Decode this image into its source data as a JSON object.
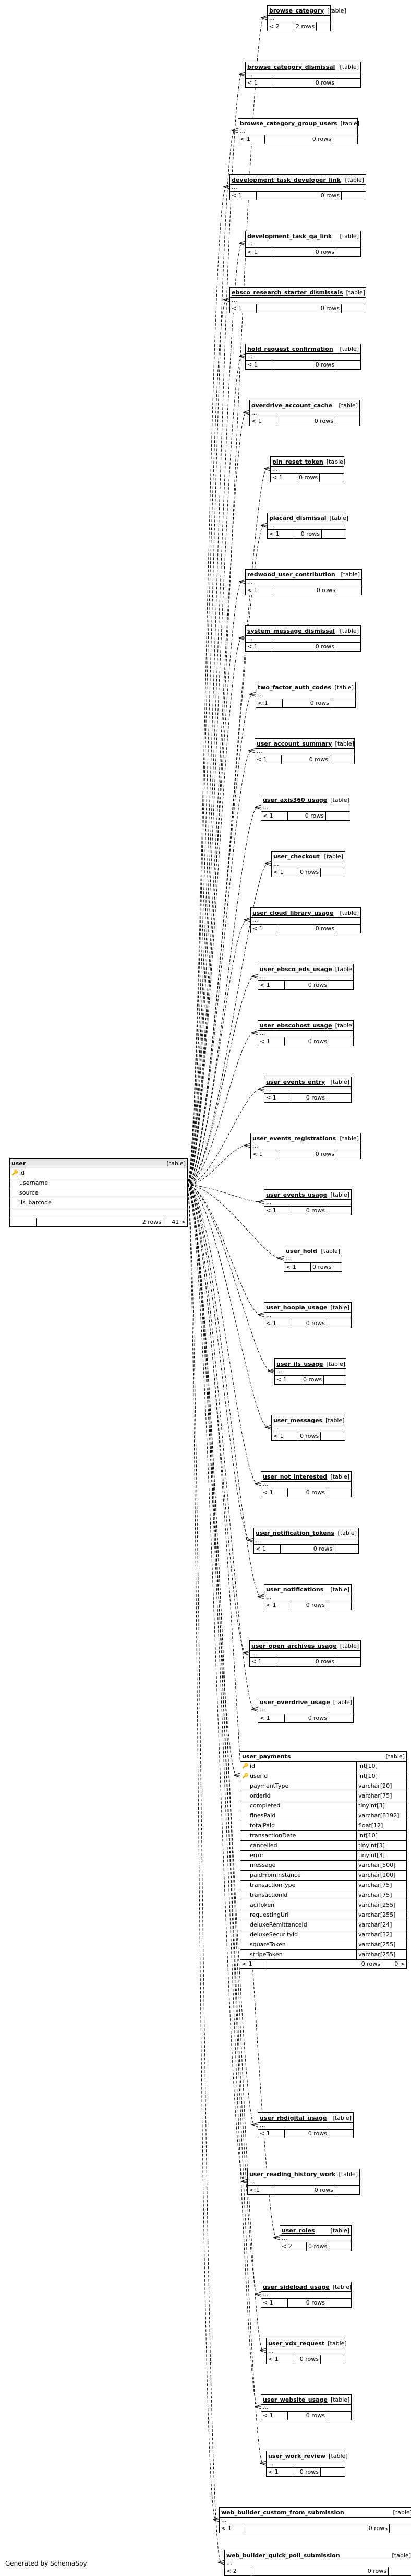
{
  "footer": {
    "generated_by": "Generated by SchemaSpy"
  },
  "table_type_label": "[table]",
  "user_table": {
    "name": "user",
    "type_label": "[table]",
    "columns": [
      {
        "name": "id",
        "key": "pk"
      },
      {
        "name": "username"
      },
      {
        "name": "source"
      },
      {
        "name": "ils_barcode"
      }
    ],
    "footer_rows": "2 rows",
    "footer_children": "41 >"
  },
  "user_payments": {
    "name": "user_payments",
    "type_label": "[table]",
    "columns": [
      {
        "name": "id",
        "type": "int[10]",
        "key": "pk"
      },
      {
        "name": "userId",
        "type": "int[10]",
        "key": "fk"
      },
      {
        "name": "paymentType",
        "type": "varchar[20]"
      },
      {
        "name": "orderId",
        "type": "varchar[75]"
      },
      {
        "name": "completed",
        "type": "tinyint[3]"
      },
      {
        "name": "finesPaid",
        "type": "varchar[8192]"
      },
      {
        "name": "totalPaid",
        "type": "float[12]"
      },
      {
        "name": "transactionDate",
        "type": "int[10]"
      },
      {
        "name": "cancelled",
        "type": "tinyint[3]"
      },
      {
        "name": "error",
        "type": "tinyint[3]"
      },
      {
        "name": "message",
        "type": "varchar[500]"
      },
      {
        "name": "paidFromInstance",
        "type": "varchar[100]"
      },
      {
        "name": "transactionType",
        "type": "varchar[75]"
      },
      {
        "name": "transactionId",
        "type": "varchar[75]"
      },
      {
        "name": "aciToken",
        "type": "varchar[255]"
      },
      {
        "name": "requestingUrl",
        "type": "varchar[255]"
      },
      {
        "name": "deluxeRemittanceId",
        "type": "varchar[24]"
      },
      {
        "name": "deluxeSecurityId",
        "type": "varchar[32]"
      },
      {
        "name": "squareToken",
        "type": "varchar[255]"
      },
      {
        "name": "stripeToken",
        "type": "varchar[255]"
      }
    ],
    "footer_parents": "< 1",
    "footer_rows": "0 rows",
    "footer_children": "0 >"
  },
  "child_tables": [
    {
      "name": "browse_category",
      "parents": "< 2",
      "rows": "2 rows"
    },
    {
      "name": "browse_category_dismissal",
      "parents": "< 1",
      "rows": "0 rows"
    },
    {
      "name": "browse_category_group_users",
      "parents": "< 1",
      "rows": "0 rows"
    },
    {
      "name": "development_task_developer_link",
      "parents": "< 1",
      "rows": "0 rows"
    },
    {
      "name": "development_task_qa_link",
      "parents": "< 1",
      "rows": "0 rows"
    },
    {
      "name": "ebsco_research_starter_dismissals",
      "parents": "< 1",
      "rows": "0 rows"
    },
    {
      "name": "hold_request_confirmation",
      "parents": "< 1",
      "rows": "0 rows"
    },
    {
      "name": "overdrive_account_cache",
      "parents": "< 1",
      "rows": "0 rows"
    },
    {
      "name": "pin_reset_token",
      "parents": "< 1",
      "rows": "0 rows"
    },
    {
      "name": "placard_dismissal",
      "parents": "< 1",
      "rows": "0 rows"
    },
    {
      "name": "redwood_user_contribution",
      "parents": "< 1",
      "rows": "0 rows"
    },
    {
      "name": "system_message_dismissal",
      "parents": "< 1",
      "rows": "0 rows"
    },
    {
      "name": "two_factor_auth_codes",
      "parents": "< 1",
      "rows": "0 rows"
    },
    {
      "name": "user_account_summary",
      "parents": "< 1",
      "rows": "0 rows"
    },
    {
      "name": "user_axis360_usage",
      "parents": "< 1",
      "rows": "0 rows"
    },
    {
      "name": "user_checkout",
      "parents": "< 1",
      "rows": "0 rows"
    },
    {
      "name": "user_cloud_library_usage",
      "parents": "< 1",
      "rows": "0 rows"
    },
    {
      "name": "user_ebsco_eds_usage",
      "parents": "< 1",
      "rows": "0 rows"
    },
    {
      "name": "user_ebscohost_usage",
      "parents": "< 1",
      "rows": "0 rows"
    },
    {
      "name": "user_events_entry",
      "parents": "< 1",
      "rows": "0 rows"
    },
    {
      "name": "user_events_registrations",
      "parents": "< 1",
      "rows": "0 rows"
    },
    {
      "name": "user_events_usage",
      "parents": "< 1",
      "rows": "0 rows"
    },
    {
      "name": "user_hold",
      "parents": "< 1",
      "rows": "0 rows"
    },
    {
      "name": "user_hoopla_usage",
      "parents": "< 1",
      "rows": "0 rows"
    },
    {
      "name": "user_ils_usage",
      "parents": "< 1",
      "rows": "0 rows"
    },
    {
      "name": "user_messages",
      "parents": "< 1",
      "rows": "0 rows"
    },
    {
      "name": "user_not_interested",
      "parents": "< 1",
      "rows": "0 rows"
    },
    {
      "name": "user_notification_tokens",
      "parents": "< 1",
      "rows": "0 rows"
    },
    {
      "name": "user_notifications",
      "parents": "< 1",
      "rows": "0 rows"
    },
    {
      "name": "user_open_archives_usage",
      "parents": "< 1",
      "rows": "0 rows"
    },
    {
      "name": "user_overdrive_usage",
      "parents": "< 1",
      "rows": "0 rows"
    },
    {
      "name": "user_payments",
      "parents": "< 1",
      "rows": "0 rows",
      "expanded": true
    },
    {
      "name": "user_rbdigital_usage",
      "parents": "< 1",
      "rows": "0 rows"
    },
    {
      "name": "user_reading_history_work",
      "parents": "< 1",
      "rows": "0 rows"
    },
    {
      "name": "user_roles",
      "parents": "< 2",
      "rows": "0 rows"
    },
    {
      "name": "user_sideload_usage",
      "parents": "< 1",
      "rows": "0 rows"
    },
    {
      "name": "user_vdx_request",
      "parents": "< 1",
      "rows": "0 rows"
    },
    {
      "name": "user_website_usage",
      "parents": "< 1",
      "rows": "0 rows"
    },
    {
      "name": "user_work_review",
      "parents": "< 1",
      "rows": "0 rows"
    },
    {
      "name": "web_builder_custom_from_submission",
      "parents": "< 1",
      "rows": "0 rows"
    },
    {
      "name": "web_builder_quick_poll_submission",
      "parents": "< 2",
      "rows": "0 rows"
    }
  ]
}
